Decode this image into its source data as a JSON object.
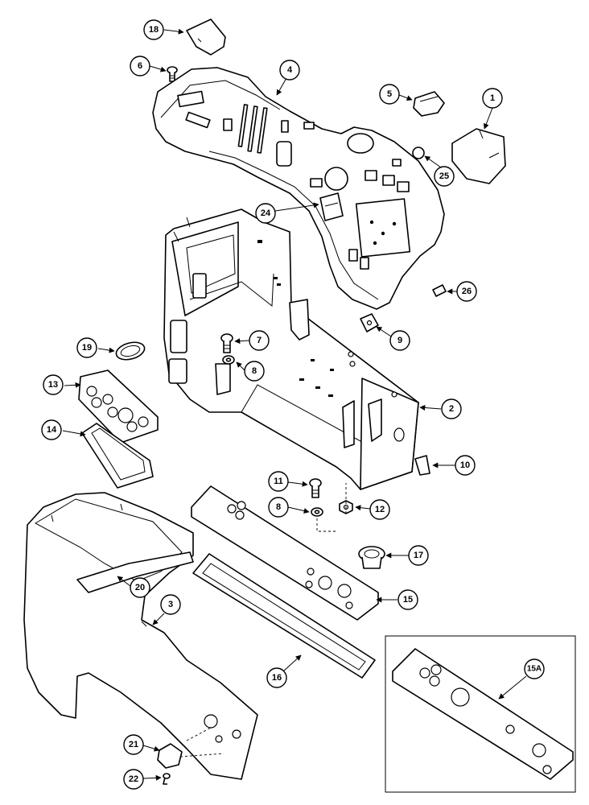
{
  "callouts": {
    "c1": "1",
    "c2": "2",
    "c3": "3",
    "c4": "4",
    "c5": "5",
    "c6": "6",
    "c7": "7",
    "c8a": "8",
    "c8b": "8",
    "c9": "9",
    "c10": "10",
    "c11": "11",
    "c12": "12",
    "c13": "13",
    "c14": "14",
    "c15": "15",
    "c15a": "15A",
    "c16": "16",
    "c17": "17",
    "c18": "18",
    "c19": "19",
    "c20": "20",
    "c21": "21",
    "c22": "22",
    "c24": "24",
    "c25": "25",
    "c26": "26"
  }
}
